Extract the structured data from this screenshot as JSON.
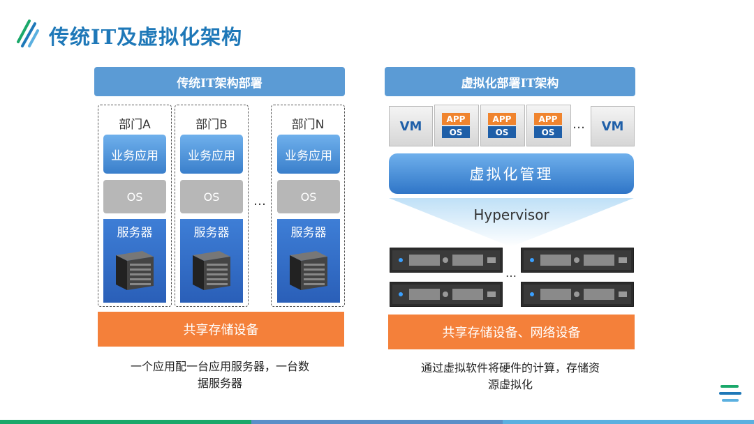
{
  "page": {
    "title": "传统IT及虚拟化架构"
  },
  "left": {
    "header": "传统IT架构部署",
    "departments": [
      {
        "name": "部门A",
        "app": "业务应用",
        "os": "OS",
        "server": "服务器"
      },
      {
        "name": "部门B",
        "app": "业务应用",
        "os": "OS",
        "server": "服务器"
      },
      {
        "name": "部门N",
        "app": "业务应用",
        "os": "OS",
        "server": "服务器"
      }
    ],
    "ellipsis": "…",
    "storage": "共享存储设备",
    "caption_line1": "一个应用配一台应用服务器，一台数",
    "caption_line2": "据服务器"
  },
  "right": {
    "header": "虚拟化部署IT架构",
    "vm_label": "VM",
    "app_label": "APP",
    "os_label": "OS",
    "ellipsis": "…",
    "management": "虚拟化管理",
    "hypervisor": "Hypervisor",
    "storage": "共享存储设备、网络设备",
    "caption_line1": "通过虚拟软件将硬件的计算，存储资",
    "caption_line2": "源虚拟化"
  },
  "colors": {
    "accent": "#1e78b8",
    "header_blue": "#5b9bd5",
    "orange": "#f4803a",
    "bar_green": "#1aa86a"
  }
}
